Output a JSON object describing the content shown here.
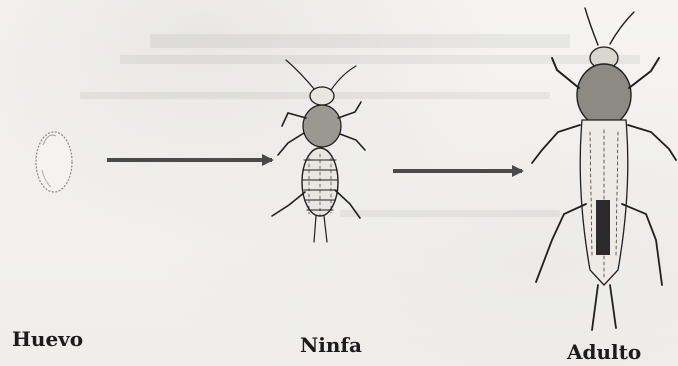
{
  "labels": {
    "egg": "Huevo",
    "nymph": "Ninfa",
    "adult": "Adulto"
  },
  "colors": {
    "background": "#f3f2ef",
    "ink": "#1b1b1b",
    "arrow": "#4a4a4a"
  }
}
